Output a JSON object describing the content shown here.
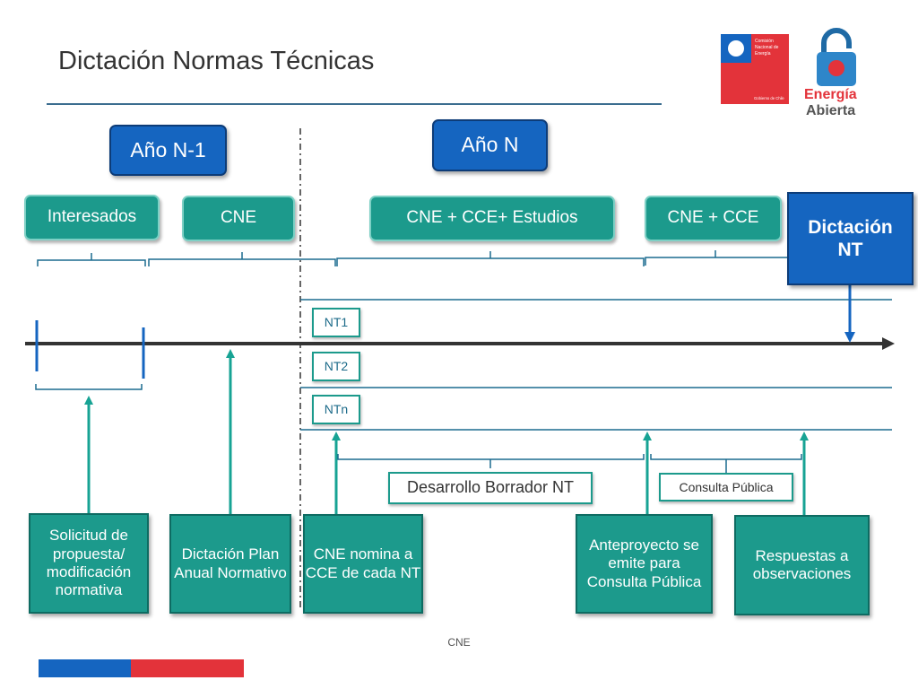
{
  "slide": {
    "title": "Dictación Normas Técnicas",
    "footer": "CNE"
  },
  "years": {
    "previous": "Año N-1",
    "current": "Año N"
  },
  "actors": {
    "interesados": "Interesados",
    "cne": "CNE",
    "cne_cce_estudios": "CNE + CCE+ Estudios",
    "cne_cce": "CNE + CCE"
  },
  "dictacion": {
    "line1": "Dictación",
    "line2": "NT"
  },
  "standards": [
    "NT1",
    "NT2",
    "NTn"
  ],
  "phases": {
    "borrador": "Desarrollo Borrador NT",
    "consulta": "Consulta Pública"
  },
  "steps": {
    "solicitud": "Solicitud de propuesta/ modificación normativa",
    "plan_anual": "Dictación Plan Anual Normativo",
    "cne_nomina": "CNE nomina a CCE de cada NT",
    "anteproyecto": "Anteproyecto se emite para Consulta Pública",
    "respuestas": "Respuestas a observaciones"
  },
  "logos": {
    "institution_line1": "Comisión",
    "institution_line2": "Nacional de",
    "institution_line3": "Energía",
    "government": "Gobierno de Chile",
    "brand_line1": "Energía",
    "brand_line2": "Abierta"
  },
  "colors": {
    "blue": "#1565c0",
    "teal": "#1c9a8c",
    "red": "#e3333a",
    "arrow_teal": "#17a394",
    "axis_dark": "#333333"
  }
}
